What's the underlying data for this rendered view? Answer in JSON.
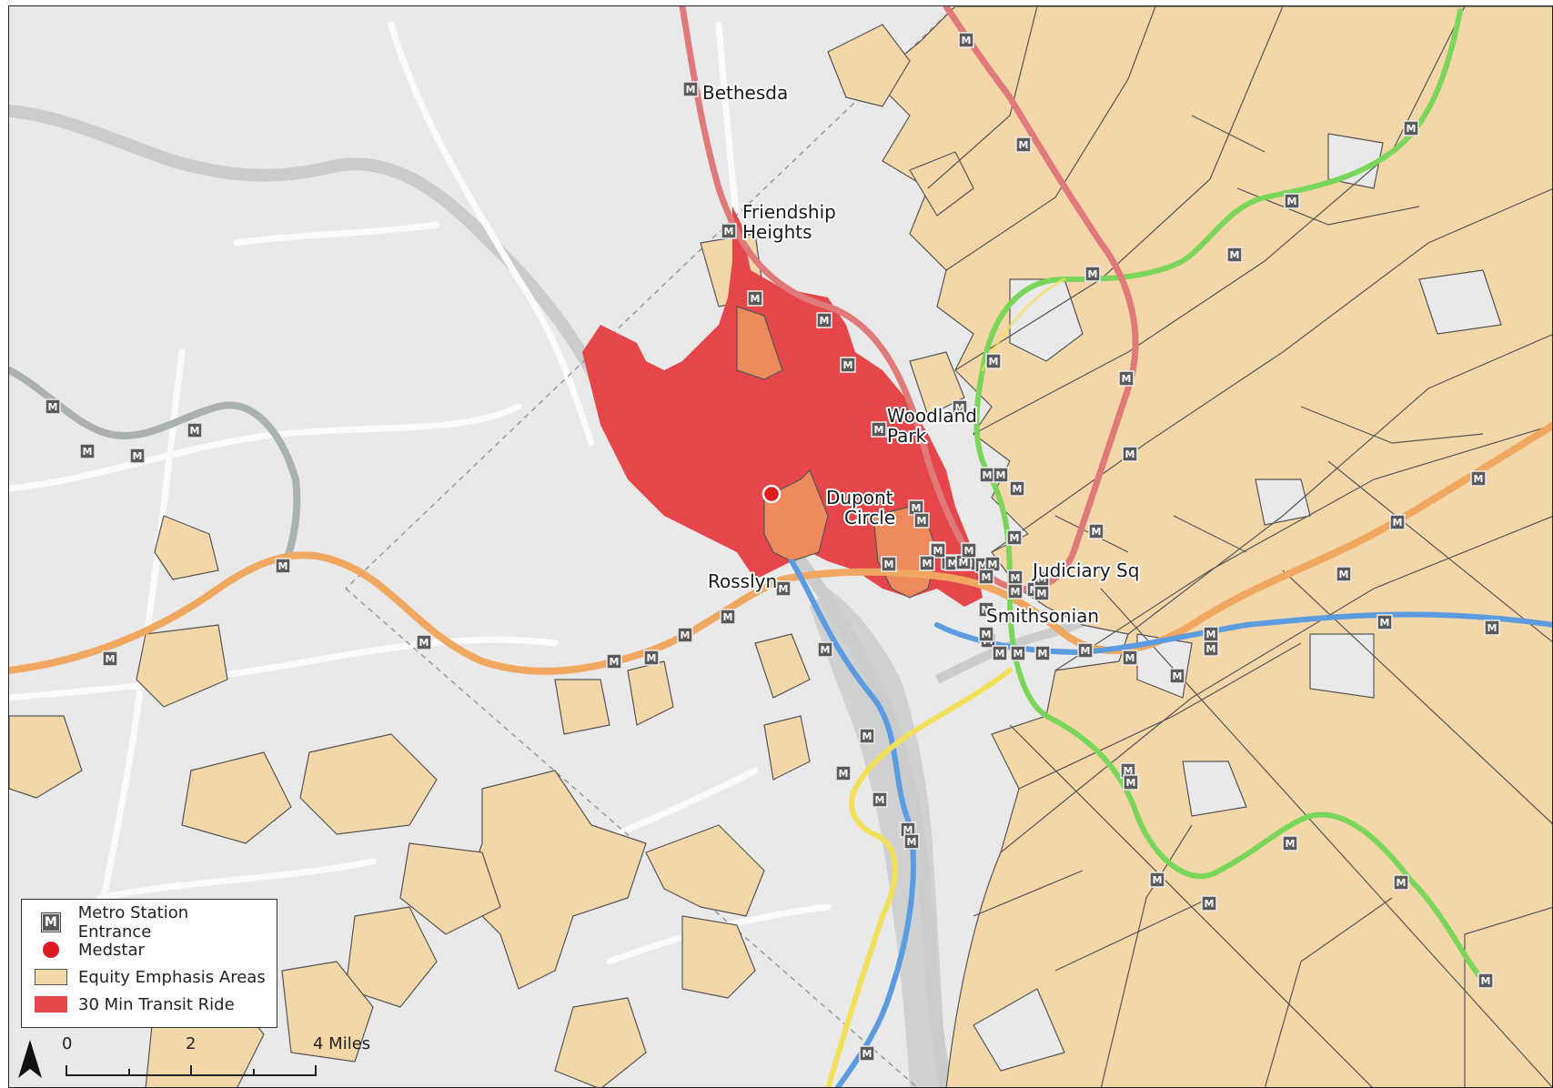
{
  "map": {
    "place_labels": {
      "bethesda": "Bethesda",
      "friendship_heights_1": "Friendship",
      "friendship_heights_2": "Heights",
      "woodland_park_1": "Woodland",
      "woodland_park_2": "Park",
      "dupont_circle_1": "Dupont",
      "dupont_circle_2": "Circle",
      "rosslyn": "Rosslyn",
      "judiciary_sq": "Judiciary Sq",
      "smithsonian": "Smithsonian"
    },
    "metro_glyph": "M",
    "colors": {
      "background": "#e9e9e9",
      "river": "#c9cbcd",
      "roads": "#fafafa",
      "equity_fill": "#f4d7a8",
      "equity_stroke": "#555555",
      "transit_fill": "#e4464a",
      "overlap_fill": "#ee8a5c",
      "medstar": "#e11b22",
      "line_red": "#e07a7a",
      "line_orange": "#f0a860",
      "line_blue": "#5b9be0",
      "line_yellow": "#f2e05a",
      "line_green": "#7ad65a",
      "line_gray": "#a9b1b1"
    }
  },
  "legend": {
    "items": [
      {
        "label": "Metro Station Entrance",
        "symbol": "metro-icon"
      },
      {
        "label": "Medstar",
        "symbol": "red-dot-icon"
      },
      {
        "label": "Equity Emphasis Areas",
        "symbol": "equity-swatch"
      },
      {
        "label": "30 Min Transit Ride",
        "symbol": "transit-swatch"
      }
    ]
  },
  "scale_bar": {
    "labels": [
      "0",
      "2",
      "4 Miles"
    ]
  },
  "north_arrow": {
    "icon": "north-arrow-icon"
  }
}
